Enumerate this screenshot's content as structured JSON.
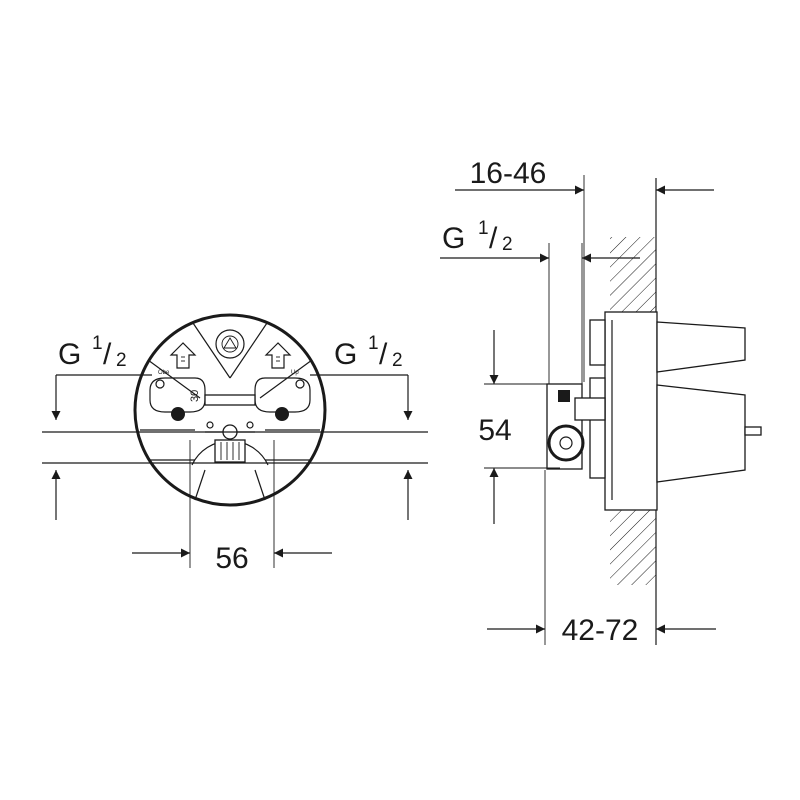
{
  "front_view": {
    "thread_left": {
      "main": "G",
      "numerator": "1",
      "slash": "/",
      "denominator": "2"
    },
    "thread_right": {
      "main": "G",
      "numerator": "1",
      "slash": "/",
      "denominator": "2"
    },
    "spacing": "56",
    "body_labels": {
      "left_marking": "Obe",
      "right_marking": "Up",
      "angle_marking": "30"
    }
  },
  "side_view": {
    "depth_range": "16-46",
    "thread": {
      "main": "G",
      "numerator": "1",
      "slash": "/",
      "denominator": "2"
    },
    "height": "54",
    "install_range": "42-72"
  }
}
